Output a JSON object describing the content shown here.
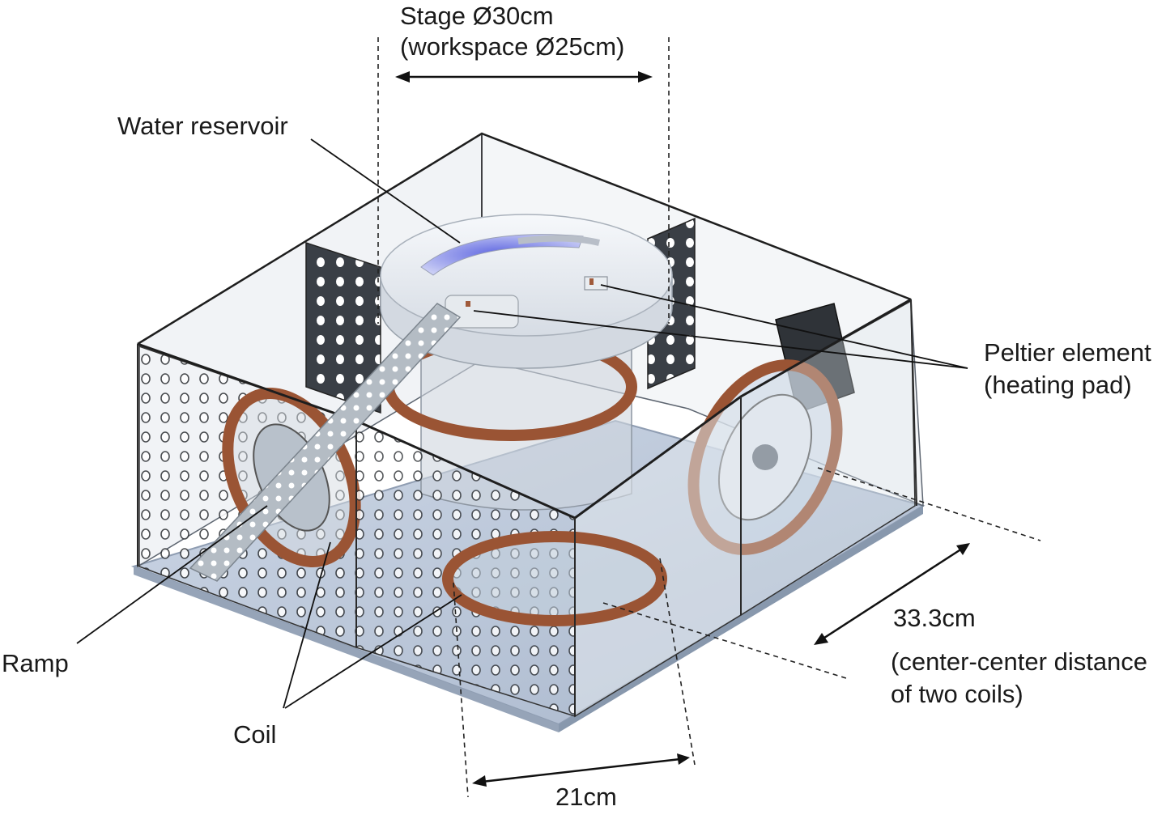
{
  "labels": {
    "stage_line1": "Stage Ø30cm",
    "stage_line2": "(workspace Ø25cm)",
    "water_reservoir": "Water reservoir",
    "peltier_line1": "Peltier element",
    "peltier_line2": "(heating pad)",
    "ramp": "Ramp",
    "coil": "Coil",
    "dist_21": "21cm",
    "dist_333": "33.3cm",
    "center_line1": "(center-center distance",
    "center_line2": "of two coils)"
  },
  "colors": {
    "glass": "#c9d3dc",
    "frame": "#1e1e1e",
    "copper": "#9a5434",
    "stage_top": "#eef1f5",
    "water": "#7f86e6",
    "base": "#b9c6d9",
    "panel": "#3a3f46"
  }
}
